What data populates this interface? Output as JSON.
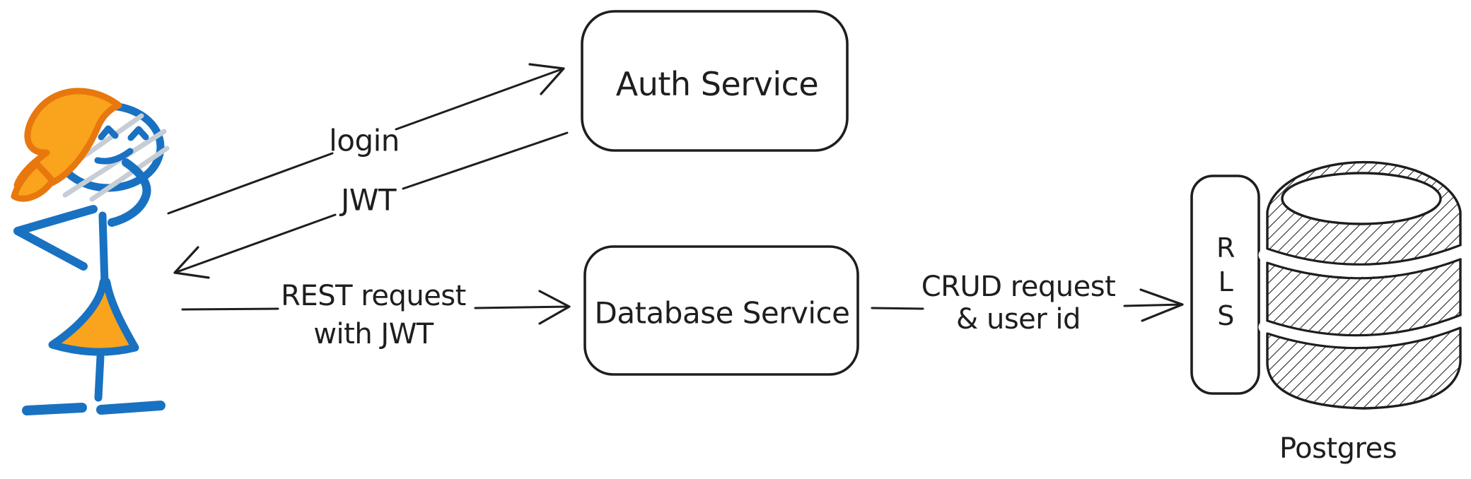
{
  "colors": {
    "paper": "#ffffff",
    "ink": "#1e1e1e",
    "actor_blue": "#1971c2",
    "hair_fill": "#f9a41c",
    "hair_stroke": "#e8770e",
    "strand": "#c6cdd5"
  },
  "nodes": {
    "auth_service": {
      "label": "Auth Service"
    },
    "database_service": {
      "label": "Database Service"
    },
    "rls": {
      "letters": [
        "R",
        "L",
        "S"
      ]
    },
    "postgres": {
      "label": "Postgres"
    }
  },
  "edges": {
    "login": {
      "label": "login"
    },
    "jwt": {
      "label": "JWT"
    },
    "rest": {
      "line1": "REST request",
      "line2": "with JWT"
    },
    "crud": {
      "line1": "CRUD request",
      "line2": "& user id"
    }
  }
}
